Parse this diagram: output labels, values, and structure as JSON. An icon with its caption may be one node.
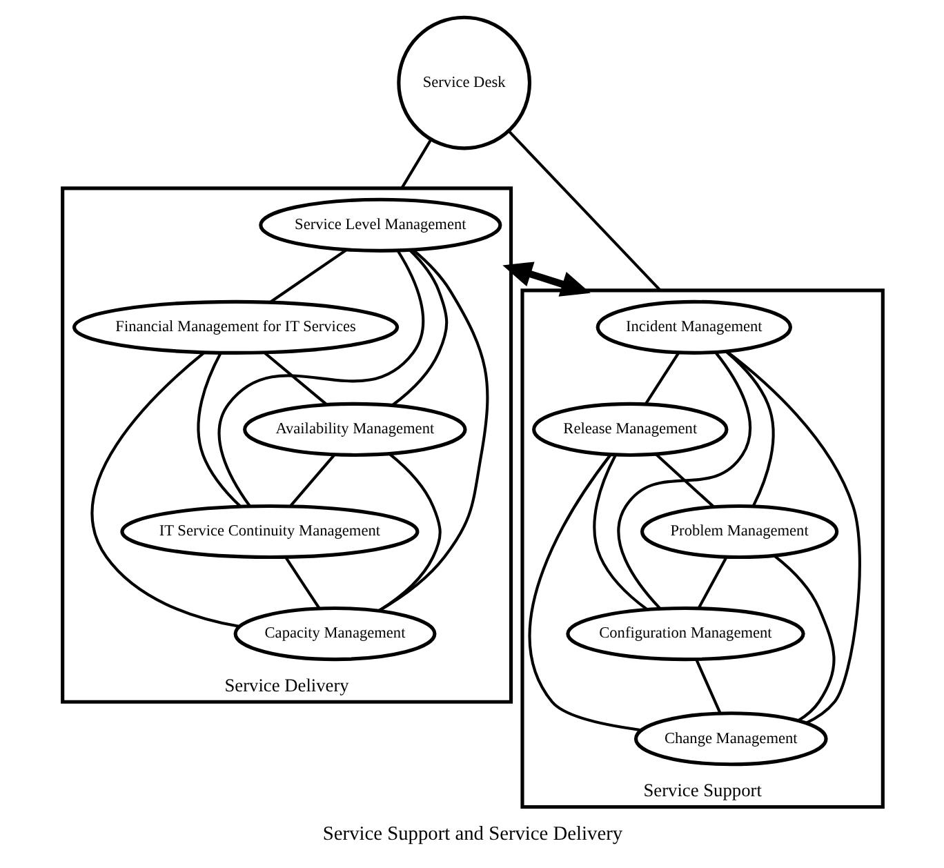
{
  "diagram": {
    "caption": "Service Support and Service Delivery",
    "nodes": [
      {
        "text": [
          "Service Delivery"
        ]
      },
      {
        "text": [
          "Service Level Management"
        ],
        "in": 0
      },
      {
        "text": [
          "Financial Management for IT Services"
        ],
        "in": 0
      },
      {
        "text": [
          "Availability Management"
        ],
        "in": 0
      },
      {
        "text": [
          "IT Service Continuity Management"
        ],
        "in": 0
      },
      {
        "text": [
          "Capacity Management"
        ],
        "in": 0
      },
      {
        "text": [
          "Service Desk"
        ]
      },
      {
        "text": [
          "Service Support"
        ]
      },
      {
        "text": [
          "Incident Management"
        ],
        "in": 7
      },
      {
        "text": [
          "Release Management"
        ],
        "in": 7
      },
      {
        "text": [
          "Problem Management"
        ],
        "in": 7
      },
      {
        "text": [
          "Configuration Management"
        ],
        "in": 7
      },
      {
        "text": [
          "Change Management"
        ],
        "in": 7
      }
    ],
    "edges": [
      {
        "from": 1,
        "to": 2,
        "arrow": "none"
      },
      {
        "from": 1,
        "to": 3,
        "arrow": "none"
      },
      {
        "from": 1,
        "to": 4,
        "arrow": "none"
      },
      {
        "from": 1,
        "to": 5,
        "arrow": "none"
      },
      {
        "from": 2,
        "to": 3,
        "arrow": "none"
      },
      {
        "from": 2,
        "to": 4,
        "arrow": "none"
      },
      {
        "from": 2,
        "to": 5,
        "arrow": "none"
      },
      {
        "from": 3,
        "to": 4,
        "arrow": "none"
      },
      {
        "from": 3,
        "to": 5,
        "arrow": "none"
      },
      {
        "from": 4,
        "to": 5,
        "arrow": "none"
      },
      {
        "from": 8,
        "to": 9,
        "arrow": "none"
      },
      {
        "from": 8,
        "to": 10,
        "arrow": "none"
      },
      {
        "from": 8,
        "to": 11,
        "arrow": "none"
      },
      {
        "from": 8,
        "to": 12,
        "arrow": "none"
      },
      {
        "from": 9,
        "to": 10,
        "arrow": "none"
      },
      {
        "from": 9,
        "to": 11,
        "arrow": "none"
      },
      {
        "from": 9,
        "to": 12,
        "arrow": "none"
      },
      {
        "from": 10,
        "to": 11,
        "arrow": "none"
      },
      {
        "from": 10,
        "to": 12,
        "arrow": "none"
      },
      {
        "from": 11,
        "to": 12,
        "arrow": "none"
      },
      {
        "from": 6,
        "to": 0,
        "arrow": "none"
      },
      {
        "from": 6,
        "to": 7,
        "arrow": "none"
      },
      {
        "from": 0,
        "to": 7,
        "arrow": "both",
        "style": "thick"
      }
    ]
  }
}
